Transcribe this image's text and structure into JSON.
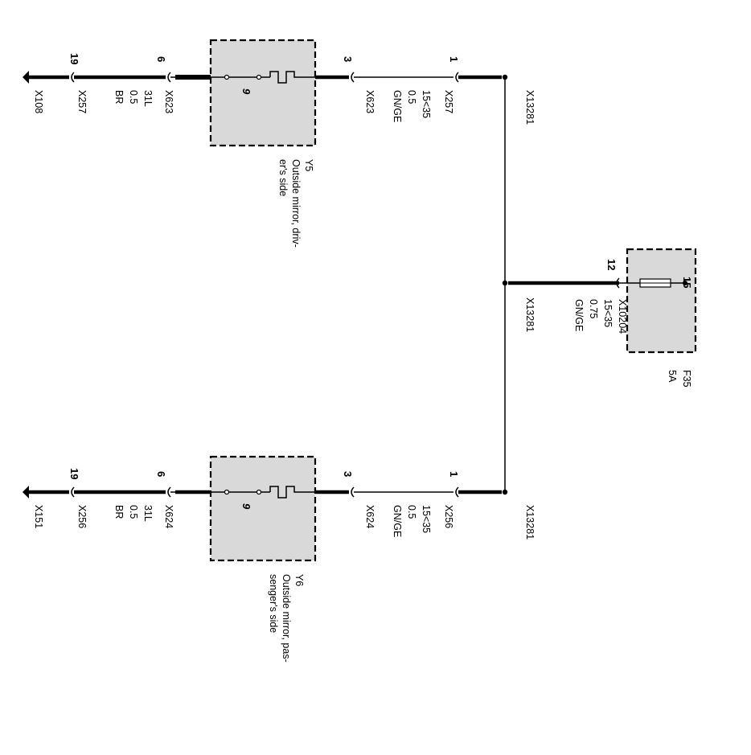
{
  "fuse": {
    "id": "F35",
    "rating": "5A",
    "in_pin": "15",
    "out_pin": "12",
    "connector": "X10204",
    "wire": [
      "15<35",
      "0.75",
      "GN/GE"
    ]
  },
  "splice": {
    "top": "X13281",
    "middle": "X13281",
    "bottom": "X13281"
  },
  "y5": {
    "id": "Y5",
    "name_line1": "Outside mirror, driv-",
    "name_line2": "er's side",
    "symbol": "9",
    "pin_in": "1",
    "pin_in_conn": "X257",
    "wire_in": [
      "15<35",
      "0.5",
      "GN/GE"
    ],
    "pin_mid": "3",
    "pin_mid_conn": "X623",
    "pin_out": "6",
    "pin_out_conn": "X623",
    "wire_out": [
      "31L",
      "0.5",
      "BR"
    ],
    "pin_gnd": "19",
    "pin_gnd_conn": "X257",
    "ground": "X108"
  },
  "y6": {
    "id": "Y6",
    "name_line1": "Outside mirror, pas-",
    "name_line2": "senger's side",
    "symbol": "9",
    "pin_in": "1",
    "pin_in_conn": "X256",
    "wire_in": [
      "15<35",
      "0.5",
      "GN/GE"
    ],
    "pin_mid": "3",
    "pin_mid_conn": "X624",
    "pin_out": "6",
    "pin_out_conn": "X624",
    "wire_out": [
      "31L",
      "0.5",
      "BR"
    ],
    "pin_gnd": "19",
    "pin_gnd_conn": "X256",
    "ground": "X151"
  }
}
